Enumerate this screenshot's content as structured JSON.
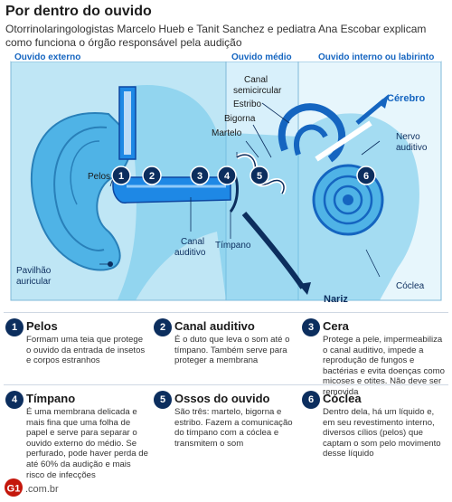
{
  "title": "Por dentro do ouvido",
  "subtitle": "Otorrinolaringologistas Marcelo Hueb e Tanit Sanchez e pediatra Ana Escobar explicam como funciona o órgão responsável pela audição",
  "sections": {
    "external": "Ouvido externo",
    "middle": "Ouvido médio",
    "inner": "Ouvido interno ou labirinto"
  },
  "labels": {
    "pelos": "Pelos",
    "pavilhao_1": "Pavilhão",
    "pavilhao_2": "auricular",
    "canal_auditivo_1": "Canal",
    "canal_auditivo_2": "auditivo",
    "timpano": "Tímpano",
    "martelo": "Martelo",
    "bigorna": "Bigorna",
    "estribo": "Estribo",
    "canal_semi_1": "Canal",
    "canal_semi_2": "semicircular",
    "cerebro": "Cérebro",
    "nervo_1": "Nervo",
    "nervo_2": "auditivo",
    "coclea": "Cóclea",
    "nariz": "Nariz"
  },
  "markers": [
    "1",
    "2",
    "3",
    "4",
    "5",
    "6"
  ],
  "cards": [
    {
      "num": "1",
      "title": "Pelos",
      "desc": "Formam uma teia que protege o ouvido da entrada de insetos e corpos estranhos"
    },
    {
      "num": "2",
      "title": "Canal auditivo",
      "desc": "É o duto que leva o som até o tímpano. Também serve para proteger a membrana"
    },
    {
      "num": "3",
      "title": "Cera",
      "desc": "Protege a pele, impermeabiliza o canal auditivo, impede a reprodução de fungos e bactérias e evita doenças como micoses e otites. Não deve ser removida"
    },
    {
      "num": "4",
      "title": "Tímpano",
      "desc": "É uma membrana delicada e mais fina que uma folha de papel e serve para separar o ouvido externo do médio. Se perfurado, pode haver perda de até 60% da audição e mais risco de infecções"
    },
    {
      "num": "5",
      "title": "Ossos do ouvido",
      "desc": "São três: martelo, bigorna e estribo. Fazem a comunicação do tímpano com a cóclea e transmitem o som"
    },
    {
      "num": "6",
      "title": "Cóclea",
      "desc": "Dentro dela, há um líquido e, em seu revestimento interno, diversos cílios (pelos) que captam o som pelo movimento desse líquido"
    }
  ],
  "logo": {
    "mark": "G1",
    "domain": ".com.br"
  },
  "colors": {
    "navy": "#0c2e5e",
    "accent": "#1565c0",
    "panel": "#bfe6f5",
    "canal": "#1e88e5"
  }
}
